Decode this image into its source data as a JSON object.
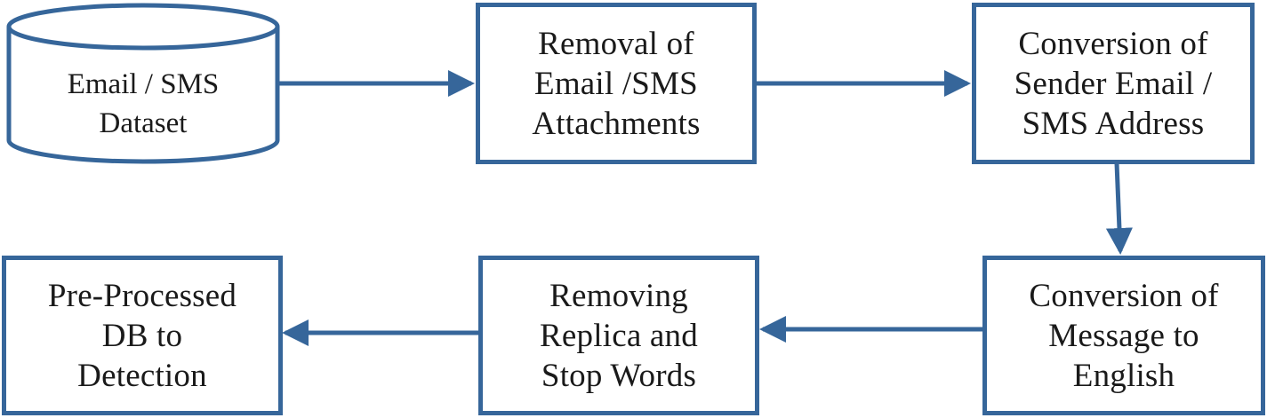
{
  "colors": {
    "stroke": "#36669a",
    "text": "#1a1a1a",
    "background": "#ffffff"
  },
  "nodes": {
    "dataset": {
      "label": "Email / SMS\nDataset"
    },
    "removal": {
      "label": "Removal of\nEmail /SMS\nAttachments"
    },
    "conversion_sender": {
      "label": "Conversion of\nSender Email /\nSMS Address"
    },
    "conversion_message": {
      "label": "Conversion of\nMessage to\nEnglish"
    },
    "removing_replica": {
      "label": "Removing\nReplica and\nStop Words"
    },
    "preprocessed_db": {
      "label": "Pre-Processed\nDB to\nDetection"
    }
  },
  "edges": [
    {
      "from": "dataset",
      "to": "removal"
    },
    {
      "from": "removal",
      "to": "conversion_sender"
    },
    {
      "from": "conversion_sender",
      "to": "conversion_message"
    },
    {
      "from": "conversion_message",
      "to": "removing_replica"
    },
    {
      "from": "removing_replica",
      "to": "preprocessed_db"
    }
  ]
}
